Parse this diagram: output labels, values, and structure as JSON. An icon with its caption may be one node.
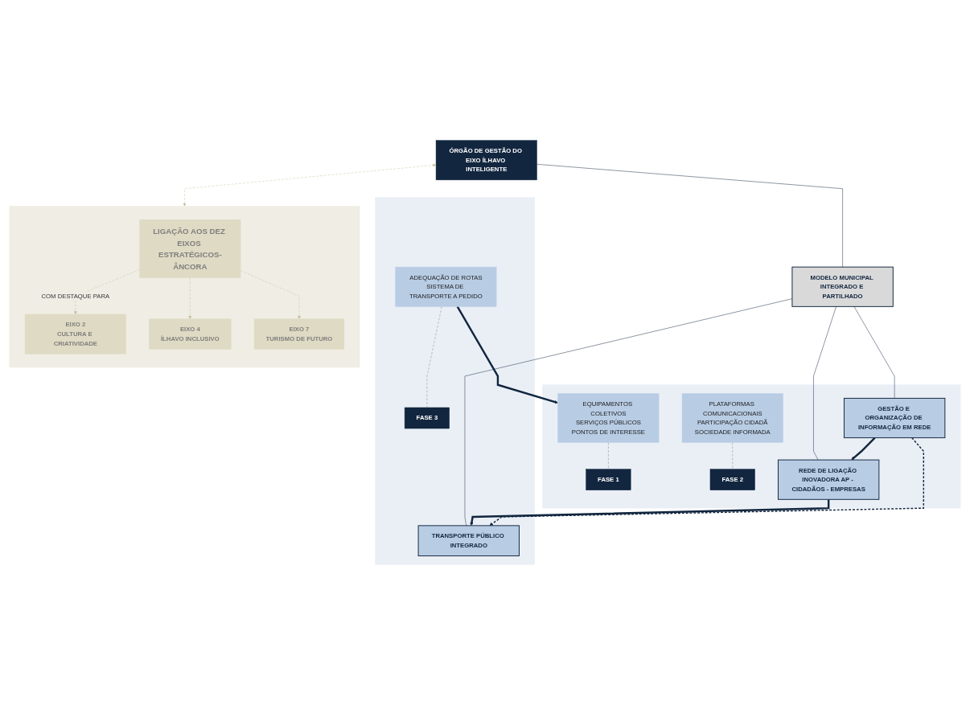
{
  "diagram": {
    "nodes": [
      {
        "text": [],
        "shape": "box"
      },
      {
        "text": [
          "LIGAÇÃO AOS DEZ EIXOS ESTRATÉGICOS-ÂNCORA"
        ],
        "in": 0
      },
      {
        "text": [
          "EIXO 2",
          "CULTURA E CRIATIVIDADE"
        ],
        "in": 0
      },
      {
        "text": [
          "EIXO 4",
          "ÍLHAVO INCLUSIVO"
        ],
        "in": 0
      },
      {
        "text": [
          "EIXO 7",
          "TURISMO DE FUTURO"
        ],
        "in": 0
      },
      {
        "text": [
          "ÓRGÃO DE GESTÃO DO EIXO ÍLHAVO INTELIGENTE"
        ]
      },
      {
        "text": [
          "MODELO MUNICIPAL INTEGRADO E PARTILHADO"
        ]
      },
      {
        "text": [],
        "shape": "box"
      },
      {
        "text": [
          "GESTÃO E ORGANIZAÇÃO DE INFORMAÇÃO EM REDE"
        ],
        "in": 7
      },
      {
        "text": [
          "EQUIPAMENTOS COLETIVOS",
          "SERVIÇOS PÚBLICOS",
          "PONTOS DE INTERESSE"
        ],
        "in": 7
      },
      {
        "text": [
          "FASE 1"
        ],
        "in": 7
      },
      {
        "text": [
          "REDE DE LIGAÇÃO INOVADORA AP - CIDADÃOS - EMPRESAS"
        ],
        "in": 7
      },
      {
        "text": [
          "PLATAFORMAS COMUNICACIONAIS",
          "PARTICIPAÇÃO CIDADÃ",
          "SOCIEDADE INFORMADA"
        ],
        "in": 7
      },
      {
        "text": [
          "FASE 2"
        ],
        "in": 7
      },
      {
        "text": [],
        "shape": "box"
      },
      {
        "text": [
          "TRANSPORTE PÚBLICO INTEGRADO"
        ],
        "in": 14
      },
      {
        "text": [
          "ADEQUAÇÃO DE ROTAS",
          "SISTEMA DE TRANSPORTE A PEDIDO"
        ],
        "in": 14
      },
      {
        "text": [
          "FASE 3"
        ],
        "in": 14
      }
    ],
    "edges": [
      {
        "from": 1,
        "to": 2,
        "arrow": "to",
        "style": "dashed",
        "color": "#c9c29a",
        "label": "COM DESTAQUE PARA"
      },
      {
        "from": 1,
        "to": 3,
        "arrow": "to",
        "style": "dashed",
        "color": "#c9c29a"
      },
      {
        "from": 1,
        "to": 4,
        "arrow": "to",
        "style": "dashed",
        "color": "#c9c29a"
      },
      {
        "from": 5,
        "to": 0,
        "arrow": "both",
        "style": "dashed",
        "color": "#c9c29a"
      },
      {
        "from": 5,
        "to": 6,
        "arrow": "none"
      },
      {
        "from": 6,
        "to": 8,
        "arrow": "none"
      },
      {
        "from": 6,
        "to": 11,
        "arrow": "none"
      },
      {
        "from": 6,
        "to": 15,
        "arrow": "none"
      },
      {
        "from": 8,
        "to": 11,
        "arrow": "to",
        "style": "thick"
      },
      {
        "from": 11,
        "to": 15,
        "arrow": "to",
        "style": "thick"
      },
      {
        "from": 8,
        "to": 15,
        "arrow": "to",
        "style": "dashed"
      },
      {
        "from": 16,
        "to": 9,
        "arrow": "to",
        "style": "thick"
      },
      {
        "from": 9,
        "to": 10,
        "arrow": "none",
        "style": "dashed",
        "color": "#7f7f7f"
      },
      {
        "from": 12,
        "to": 13,
        "arrow": "none",
        "style": "dashed",
        "color": "#7f7f7f"
      },
      {
        "from": 16,
        "to": 17,
        "arrow": "none",
        "style": "dashed",
        "color": "#7f7f7f"
      }
    ]
  }
}
